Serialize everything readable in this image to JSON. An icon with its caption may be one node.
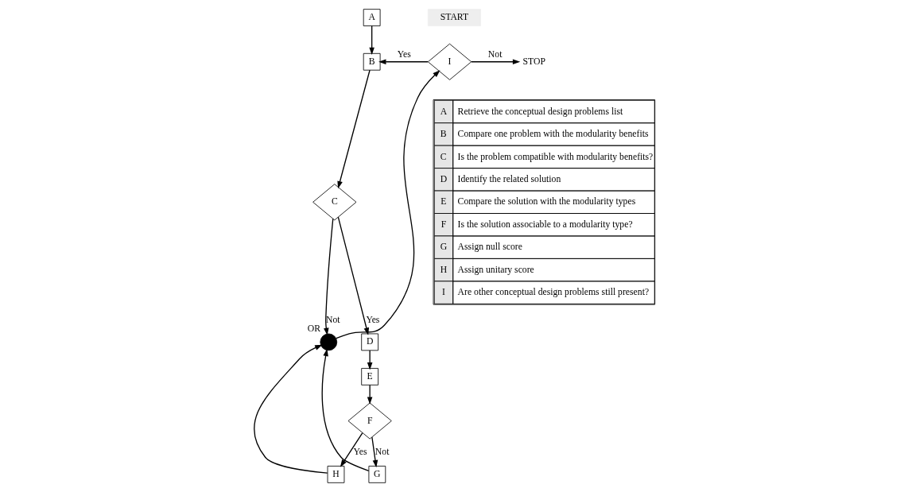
{
  "diagram": {
    "nodes": [
      {
        "text": [
          "A"
        ]
      },
      {
        "text": [
          "START"
        ]
      },
      {
        "text": [
          "B"
        ]
      },
      {
        "text": [
          "I"
        ]
      },
      {
        "text": [
          "STOP"
        ]
      },
      {
        "text": [
          "C"
        ]
      },
      {
        "text": [],
        "shape": "circle",
        "beside": [
          "OR"
        ]
      },
      {
        "text": [
          "D"
        ]
      },
      {
        "text": [
          "E"
        ]
      },
      {
        "text": [
          "F"
        ]
      },
      {
        "text": [
          "H"
        ]
      },
      {
        "text": [
          "G"
        ]
      }
    ],
    "edges": [
      {
        "from": 0,
        "to": 2,
        "arrow": "to"
      },
      {
        "from": 3,
        "to": 2,
        "arrow": "to",
        "label": "Yes"
      },
      {
        "from": 3,
        "to": 4,
        "arrow": "to",
        "label": "Not"
      },
      {
        "from": 2,
        "to": 5,
        "arrow": "to"
      },
      {
        "from": 5,
        "to": 6,
        "arrow": "to",
        "label": "Not"
      },
      {
        "from": 5,
        "to": 7,
        "arrow": "to",
        "label": "Yes"
      },
      {
        "from": 7,
        "to": 8,
        "arrow": "to"
      },
      {
        "from": 8,
        "to": 9,
        "arrow": "to"
      },
      {
        "from": 9,
        "to": 10,
        "arrow": "to",
        "label": "Yes"
      },
      {
        "from": 9,
        "to": 11,
        "arrow": "to",
        "label": "Not"
      },
      {
        "from": 10,
        "to": 6,
        "arrow": "to"
      },
      {
        "from": 11,
        "to": 6,
        "arrow": "to"
      },
      {
        "from": 6,
        "to": 3,
        "arrow": "to"
      }
    ],
    "labels": [
      "A",
      "Retrieve the conceptual design problems list",
      "B",
      "Compare one problem with the modularity benefits",
      "C",
      "Is the problem compatible with modularity benefits?",
      "D",
      "Identify the related solution",
      "E",
      "Compare the solution with the modularity types",
      "F",
      "Is the solution associable to a modularity type?",
      "G",
      "Assign null score",
      "H",
      "Assign unitary score",
      "I",
      "Are other conceptual design problems still present?"
    ]
  }
}
